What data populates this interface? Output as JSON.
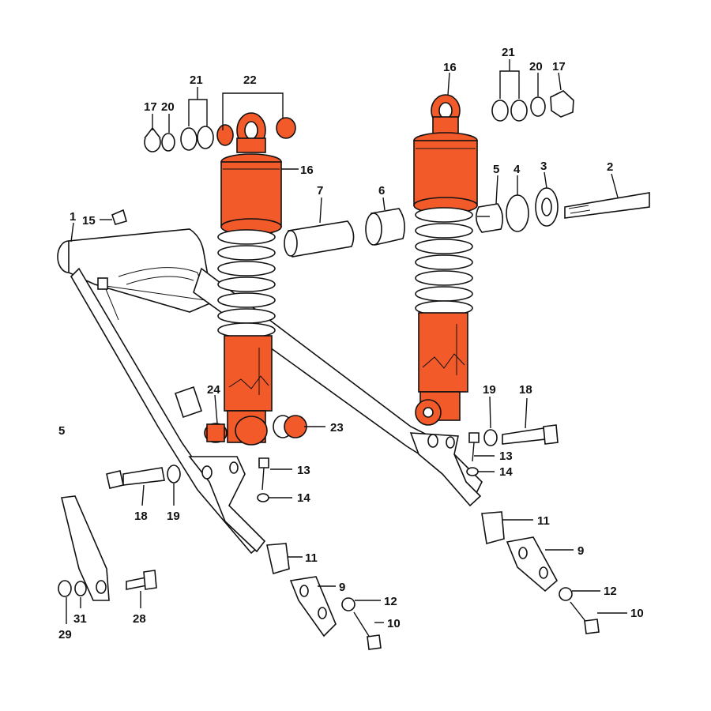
{
  "colors": {
    "accent": "#f25a2a",
    "line": "#111111",
    "background": "#ffffff"
  },
  "callouts": {
    "c1": "1",
    "c2": "2",
    "c3": "3",
    "c4": "4",
    "c5_right": "5",
    "c5_left": "5",
    "c6": "6",
    "c7": "7",
    "c9_left": "9",
    "c9_right": "9",
    "c10_left": "10",
    "c10_right": "10",
    "c11_left": "11",
    "c11_right": "11",
    "c12_left": "12",
    "c12_right": "12",
    "c13_left": "13",
    "c13_right": "13",
    "c14_left": "14",
    "c14_right": "14",
    "c15": "15",
    "c16_left": "16",
    "c16_right": "16",
    "c17_left": "17",
    "c17_right": "17",
    "c18_left": "18",
    "c18_right": "18",
    "c19_left": "19",
    "c19_right": "19",
    "c20_left": "20",
    "c20_right": "20",
    "c21_left": "21",
    "c21_right": "21",
    "c22": "22",
    "c23": "23",
    "c24": "24",
    "c28": "28",
    "c29": "29",
    "c31": "31"
  }
}
